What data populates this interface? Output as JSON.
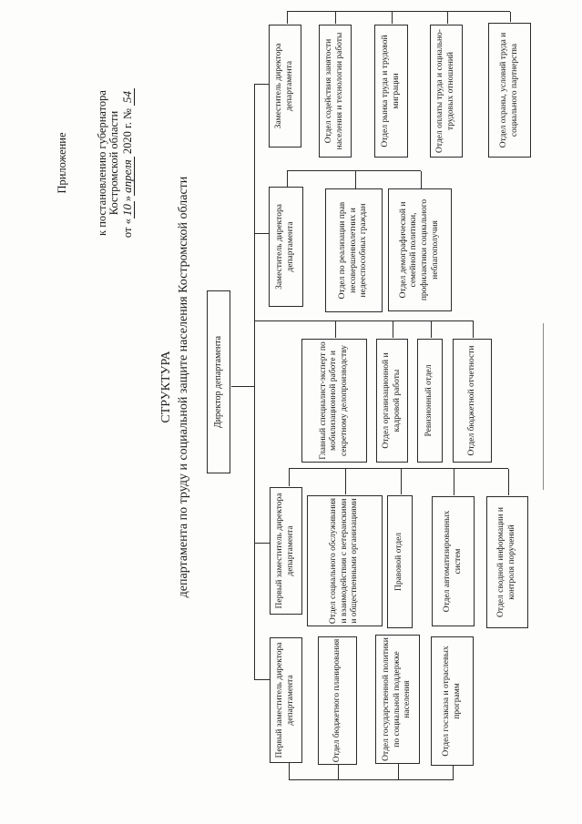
{
  "header": {
    "line1": "Приложение",
    "line2": "к постановлению губернатора",
    "line3": "Костромской области",
    "date_prefix": "от «",
    "date_day": "10",
    "date_mid": "»",
    "date_month": "апреля",
    "date_year": " 2020 г. № ",
    "date_number": "54"
  },
  "title": {
    "line1": "СТРУКТУРА",
    "line2": "департамента по труду и социальной защите населения Костромской области"
  },
  "chart": {
    "type": "org-chart",
    "director": "Директор департамента",
    "columns": [
      {
        "head": "Первый заместитель директора департамента",
        "units": [
          "Отдел бюджетного планирования",
          "Отдел государственной политики по социальной поддержке населения",
          "Отдел госзаказа и отраслевых программ"
        ]
      },
      {
        "head": "Первый заместитель директора департамента",
        "units": [
          "Отдел социального обслуживания и взаимодействия с ветеранскими и общественными организациями",
          "Правовой отдел",
          "Отдел автоматизированных систем",
          "Отдел сводной информации и контроля поручений"
        ]
      },
      {
        "head": "",
        "units": [
          "Главный специалист-эксперт по мобилизационной работе и секретному делопроизводству",
          "Отдел организационной и кадровой работы",
          "Ревизионный отдел",
          "Отдел бюджетной отчетности"
        ]
      },
      {
        "head": "Заместитель директора департамента",
        "units": [
          "Отдел по реализации прав несовершеннолетних и недееспособных граждан",
          "Отдел демографической и семейной политики, профилактики социального неблагополучия"
        ]
      },
      {
        "head": "Заместитель директора департамента",
        "units": [
          "Отдел содействия занятости населения и технологии работы",
          "Отдел рынка труда и трудовой миграции",
          "Отдел оплаты труда и социально-трудовых отношений",
          "Отдел охраны, условий труда и социального партнерства"
        ]
      }
    ]
  }
}
